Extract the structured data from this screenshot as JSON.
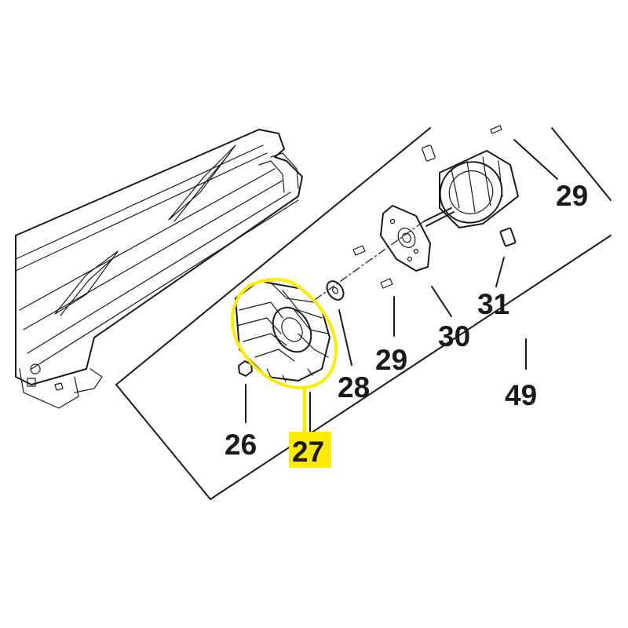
{
  "diagram": {
    "highlight_color": "#ffeb00",
    "line_color": "#1a1a1a",
    "callouts": [
      {
        "id": "p29a",
        "label": "29"
      },
      {
        "id": "p31",
        "label": "31"
      },
      {
        "id": "p30",
        "label": "30"
      },
      {
        "id": "p29b",
        "label": "29"
      },
      {
        "id": "p28",
        "label": "28"
      },
      {
        "id": "p49",
        "label": "49"
      },
      {
        "id": "p26",
        "label": "26"
      },
      {
        "id": "p27",
        "label": "27",
        "highlighted": true
      }
    ]
  }
}
